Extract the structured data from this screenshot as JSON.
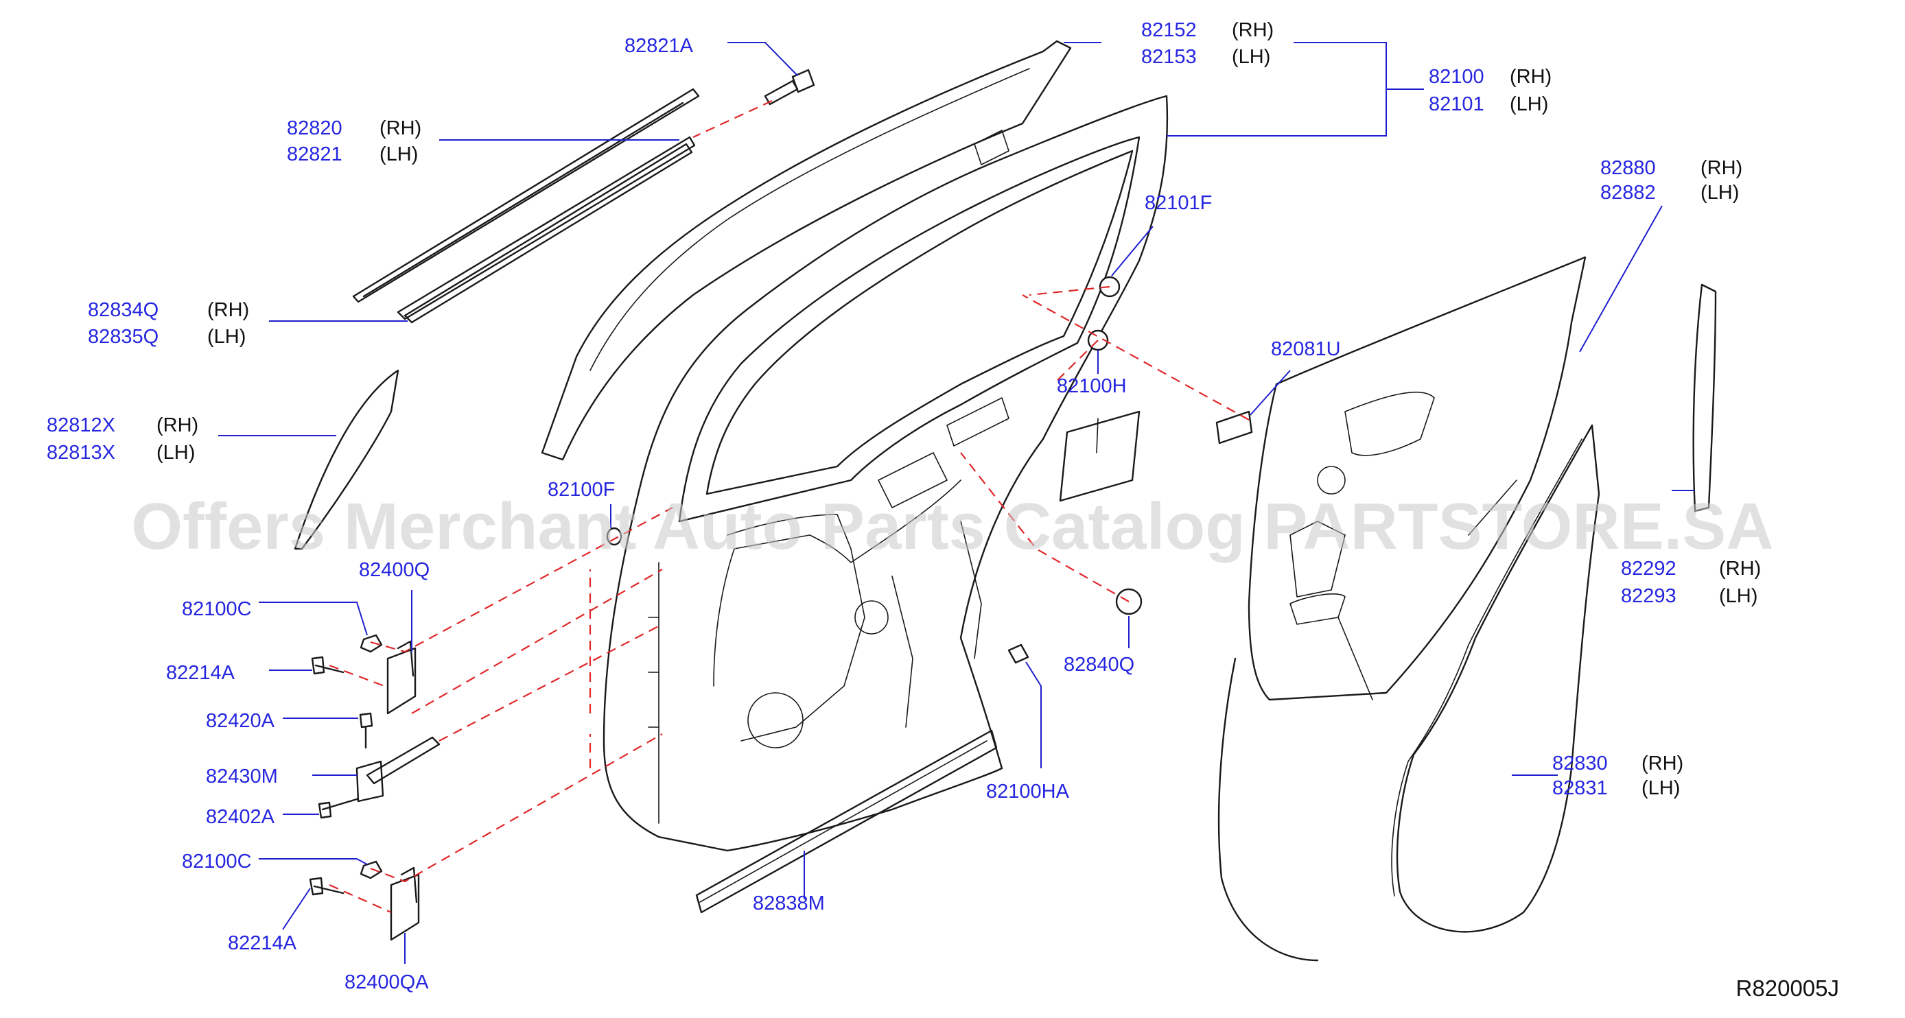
{
  "diagram": {
    "watermark": "Offers Merchant Auto Parts Catalog PARTSTORE.SA",
    "reference_code": "R820005J",
    "callouts": [
      {
        "id": "c1",
        "part": "82821A",
        "side": ""
      },
      {
        "id": "c2a",
        "part": "82152",
        "side": "(RH)"
      },
      {
        "id": "c2b",
        "part": "82153",
        "side": "(LH)"
      },
      {
        "id": "c3a",
        "part": "82100",
        "side": "(RH)"
      },
      {
        "id": "c3b",
        "part": "82101",
        "side": "(LH)"
      },
      {
        "id": "c4a",
        "part": "82820",
        "side": "(RH)"
      },
      {
        "id": "c4b",
        "part": "82821",
        "side": "(LH)"
      },
      {
        "id": "c5a",
        "part": "82880",
        "side": "(RH)"
      },
      {
        "id": "c5b",
        "part": "82882",
        "side": "(LH)"
      },
      {
        "id": "c6",
        "part": "82101F",
        "side": ""
      },
      {
        "id": "c7a",
        "part": "82834Q",
        "side": "(RH)"
      },
      {
        "id": "c7b",
        "part": "82835Q",
        "side": "(LH)"
      },
      {
        "id": "c8",
        "part": "82081U",
        "side": ""
      },
      {
        "id": "c9",
        "part": "82100H",
        "side": ""
      },
      {
        "id": "c10a",
        "part": "82812X",
        "side": "(RH)"
      },
      {
        "id": "c10b",
        "part": "82813X",
        "side": "(LH)"
      },
      {
        "id": "c11",
        "part": "82100F",
        "side": ""
      },
      {
        "id": "c12",
        "part": "82400Q",
        "side": ""
      },
      {
        "id": "c13a",
        "part": "82292",
        "side": "(RH)"
      },
      {
        "id": "c13b",
        "part": "82293",
        "side": "(LH)"
      },
      {
        "id": "c14",
        "part": "82100C",
        "side": ""
      },
      {
        "id": "c15",
        "part": "82840Q",
        "side": ""
      },
      {
        "id": "c16",
        "part": "82214A",
        "side": ""
      },
      {
        "id": "c17",
        "part": "82420A",
        "side": ""
      },
      {
        "id": "c18a",
        "part": "82830",
        "side": "(RH)"
      },
      {
        "id": "c18b",
        "part": "82831",
        "side": "(LH)"
      },
      {
        "id": "c19",
        "part": "82430M",
        "side": ""
      },
      {
        "id": "c20",
        "part": "82100HA",
        "side": ""
      },
      {
        "id": "c21",
        "part": "82402A",
        "side": ""
      },
      {
        "id": "c22",
        "part": "82100C",
        "side": ""
      },
      {
        "id": "c23",
        "part": "82838M",
        "side": ""
      },
      {
        "id": "c24",
        "part": "82214A",
        "side": ""
      },
      {
        "id": "c25",
        "part": "82400QA",
        "side": ""
      }
    ]
  }
}
